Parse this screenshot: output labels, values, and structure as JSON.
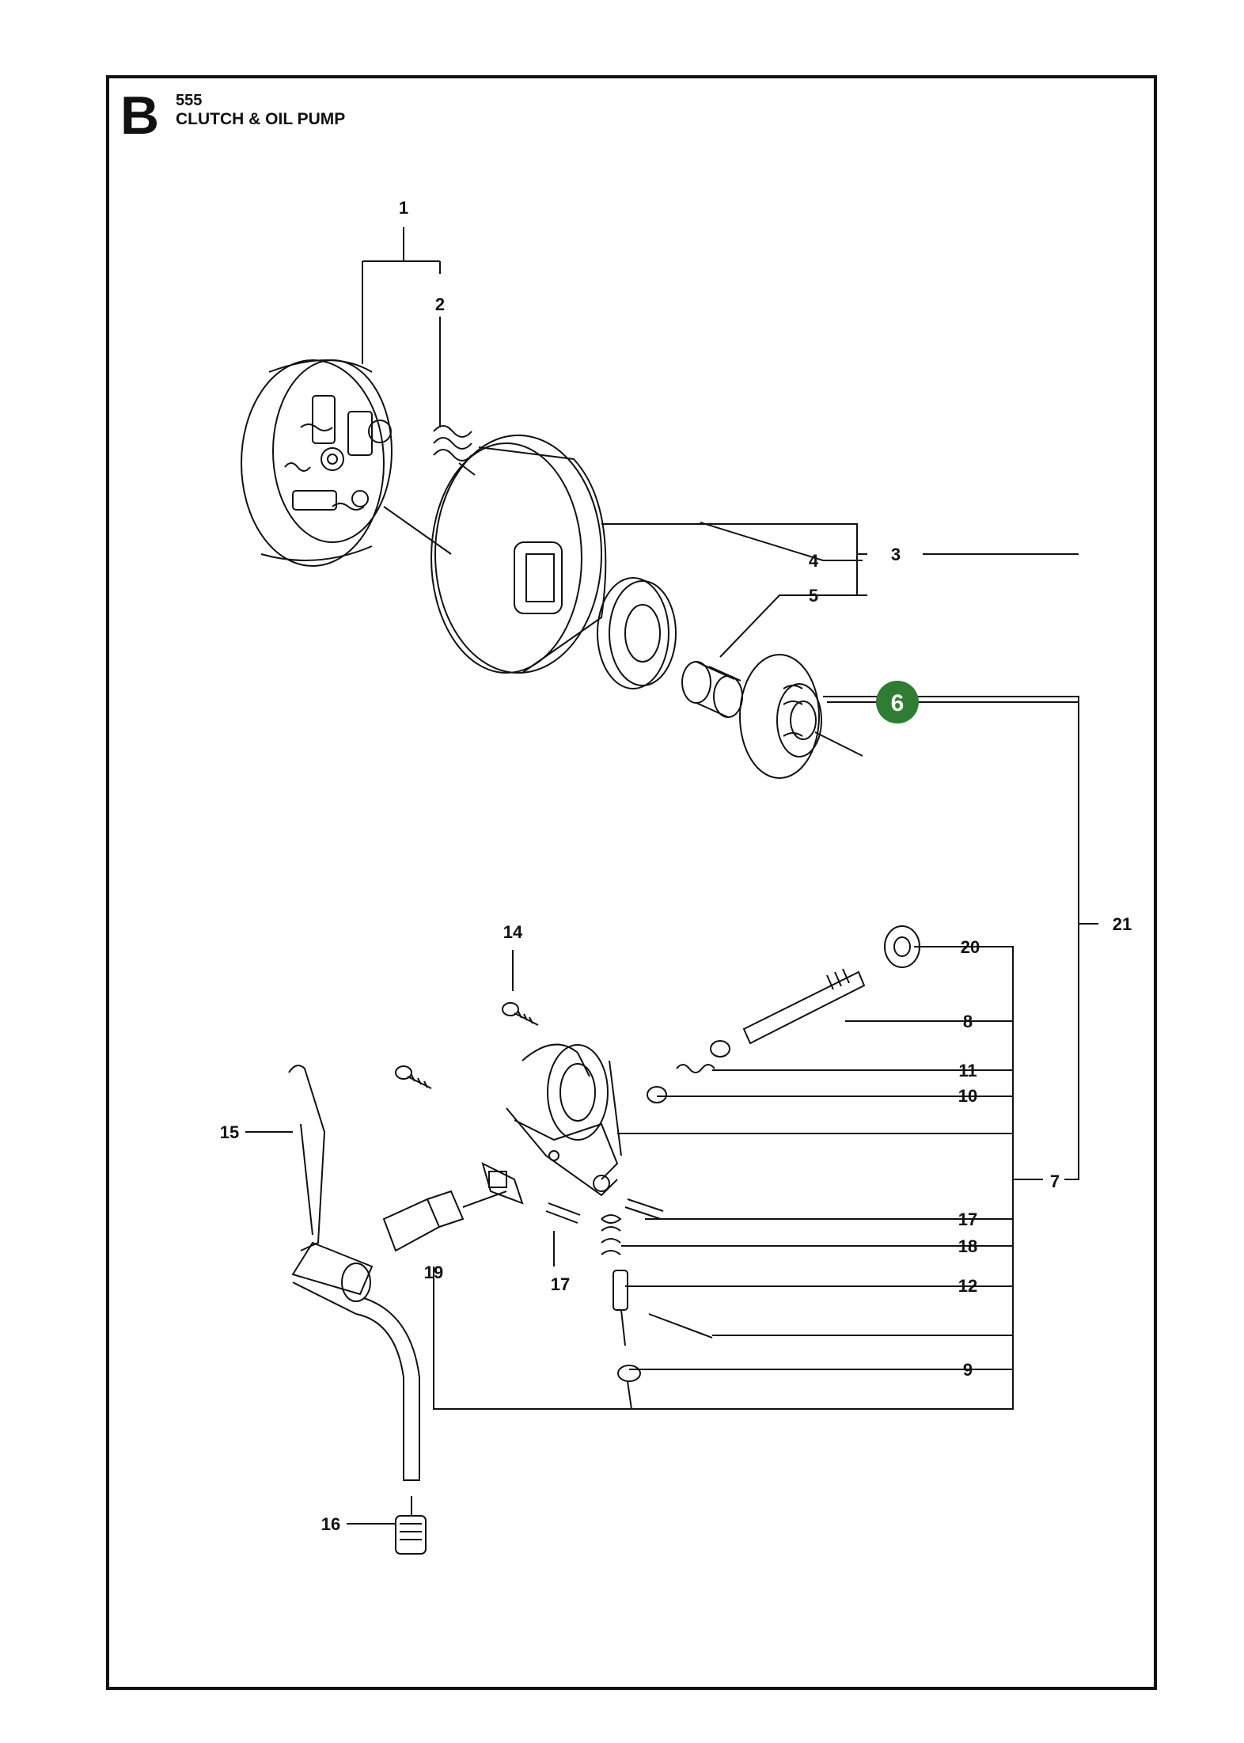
{
  "header": {
    "section_letter": "B",
    "model": "555",
    "title": "CLUTCH & OIL PUMP"
  },
  "callouts": [
    {
      "id": "c1",
      "label": "1"
    },
    {
      "id": "c2",
      "label": "2"
    },
    {
      "id": "c3",
      "label": "3"
    },
    {
      "id": "c4",
      "label": "4"
    },
    {
      "id": "c5",
      "label": "5"
    },
    {
      "id": "c6",
      "label": "6",
      "highlight": true
    },
    {
      "id": "c7",
      "label": "7"
    },
    {
      "id": "c8",
      "label": "8"
    },
    {
      "id": "c9",
      "label": "9"
    },
    {
      "id": "c10",
      "label": "10"
    },
    {
      "id": "c11",
      "label": "11"
    },
    {
      "id": "c12",
      "label": "12"
    },
    {
      "id": "c14",
      "label": "14"
    },
    {
      "id": "c15",
      "label": "15"
    },
    {
      "id": "c16",
      "label": "16"
    },
    {
      "id": "c17a",
      "label": "17"
    },
    {
      "id": "c17b",
      "label": "17"
    },
    {
      "id": "c18",
      "label": "18"
    },
    {
      "id": "c19",
      "label": "19"
    },
    {
      "id": "c20",
      "label": "20"
    },
    {
      "id": "c21",
      "label": "21"
    }
  ],
  "colors": {
    "line": "#111111",
    "highlight": "#2e7d32",
    "highlight_text": "#ffffff"
  }
}
